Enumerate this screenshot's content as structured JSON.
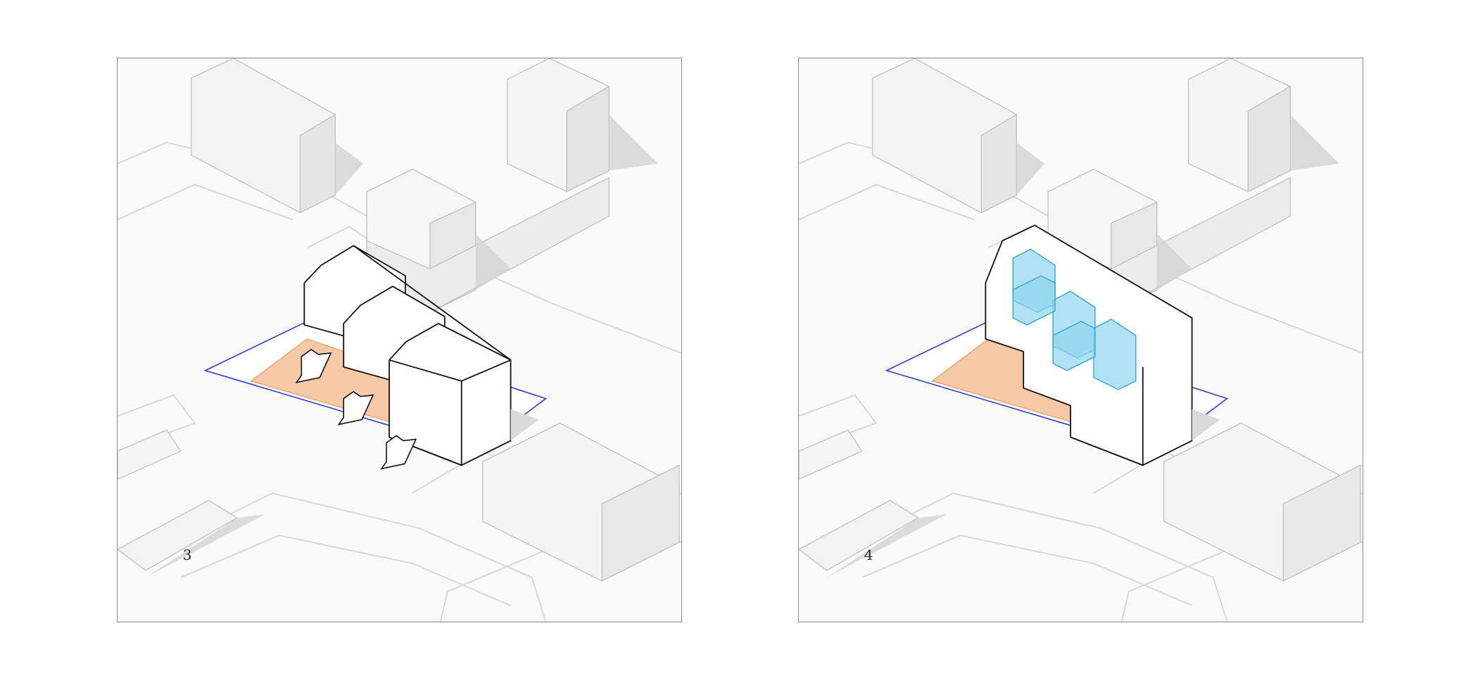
{
  "panels": [
    {
      "step_label": "3",
      "shows": "setback-arrows"
    },
    {
      "step_label": "4",
      "shows": "glass-volumes"
    }
  ],
  "colors": {
    "site_boundary": "#2b3fd1",
    "setback_area": "#f7c9a6",
    "glass_volume": "#8fd6ef",
    "building_white": "#ffffff",
    "context_building": "#f1f1f1",
    "shadow": "#cfcfcf"
  },
  "icons": [
    "arrow-icon"
  ]
}
